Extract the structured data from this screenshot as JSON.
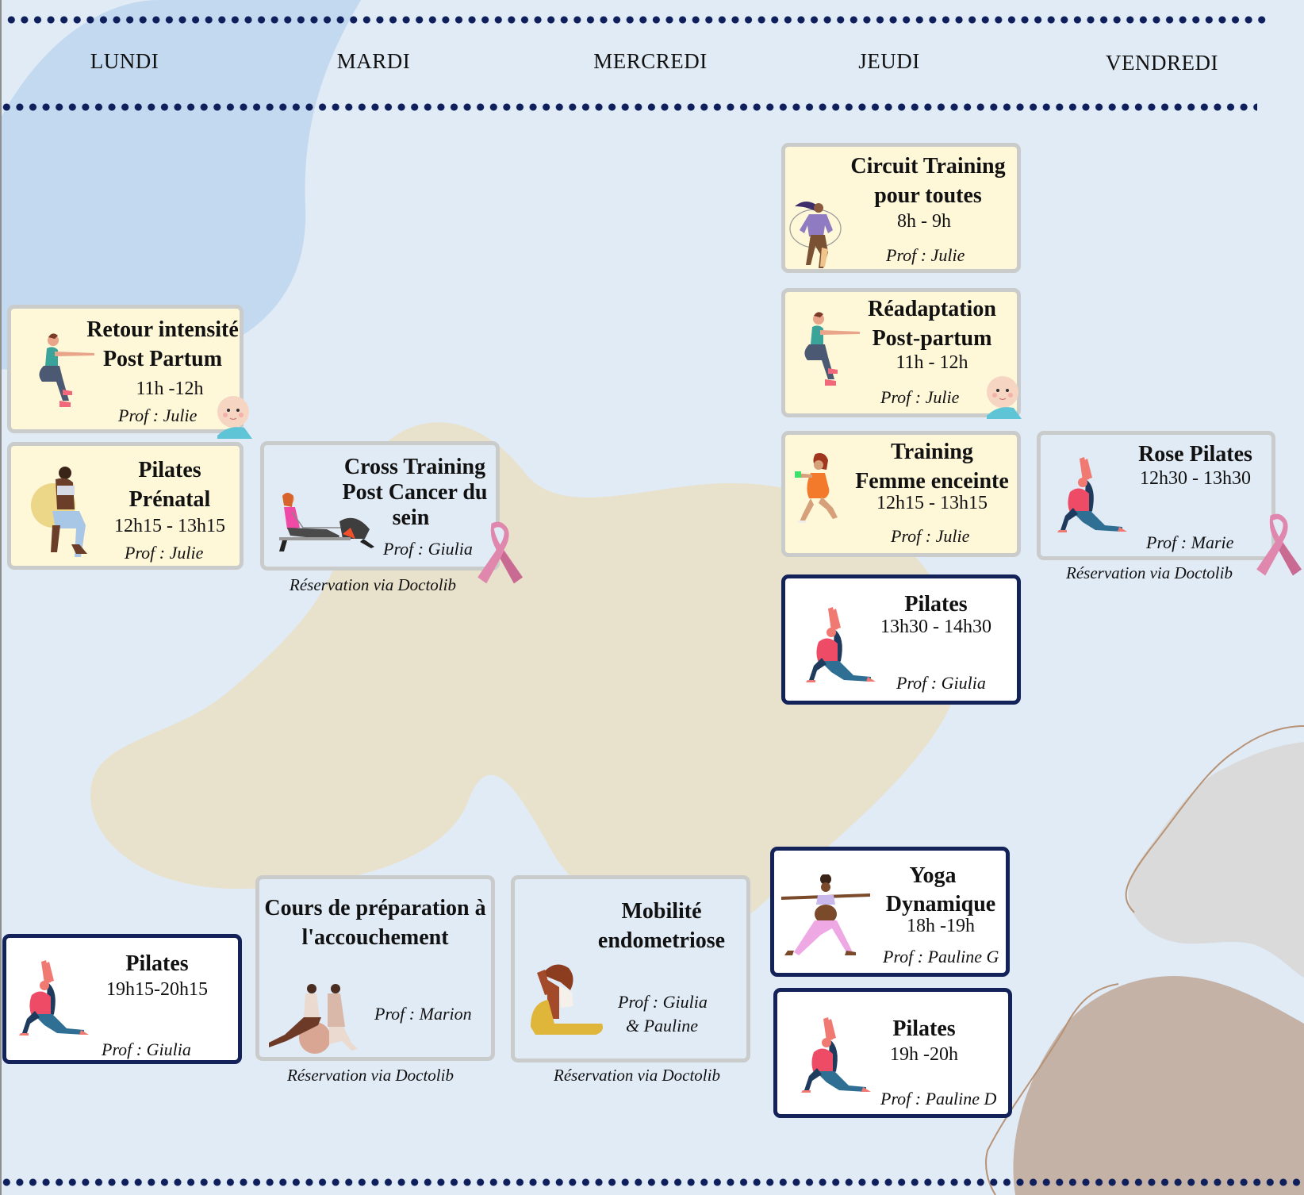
{
  "header": {
    "days": [
      "LUNDI",
      "MARDI",
      "MERCREDI",
      "JEUDI",
      "VENDREDI"
    ]
  },
  "colors": {
    "background": "#e1ebf6",
    "dots": "#0f1f5c",
    "card_cream": "#fef7d8",
    "card_gray_border": "#c9ccca",
    "card_navy_border": "#14225a",
    "blob_blue": "#c3d9ef",
    "blob_beige": "#e8e1cb",
    "blob_gray": "#dadada",
    "blob_taupe": "#c5b2a7",
    "ribbon_pink": "#e087ad"
  },
  "classes": {
    "lundi_retour": {
      "day": "LUNDI",
      "title_lines": [
        "Retour intensité",
        "Post Partum"
      ],
      "time": "11h -12h",
      "prof": "Prof : Julie",
      "icon": "squat-woman-icon",
      "badge": "baby-icon"
    },
    "lundi_prenatal": {
      "day": "LUNDI",
      "title_lines": [
        "Pilates",
        "Prénatal"
      ],
      "time": "12h15 - 13h15",
      "prof": "Prof : Julie",
      "icon": "pregnant-ball-woman-icon"
    },
    "mardi_cross": {
      "day": "MARDI",
      "title_lines": [
        "Cross Training",
        "Post Cancer du",
        "sein"
      ],
      "prof": "Prof : Giulia",
      "reservation": "Réservation via Doctolib",
      "icon": "rowing-machine-icon",
      "badge": "pink-ribbon-icon"
    },
    "jeudi_circuit": {
      "day": "JEUDI",
      "title_lines": [
        "Circuit Training",
        "pour toutes"
      ],
      "time": "8h - 9h",
      "prof": "Prof : Julie",
      "icon": "jump-rope-woman-icon"
    },
    "jeudi_readaptation": {
      "day": "JEUDI",
      "title_lines": [
        "Réadaptation",
        "Post-partum"
      ],
      "time": "11h - 12h",
      "prof": "Prof : Julie",
      "icon": "squat-woman-icon",
      "badge": "baby-icon"
    },
    "jeudi_training": {
      "day": "JEUDI",
      "title_lines": [
        "Training",
        "Femme enceinte"
      ],
      "time": "12h15 - 13h15",
      "prof": "Prof : Julie",
      "icon": "pregnant-lunge-woman-icon"
    },
    "jeudi_pilates": {
      "day": "JEUDI",
      "title_lines": [
        "Pilates"
      ],
      "time": "13h30 - 14h30",
      "prof": "Prof : Giulia",
      "icon": "yoga-lunge-woman-icon"
    },
    "vendredi_rose": {
      "day": "VENDREDI",
      "title_lines": [
        "Rose Pilates"
      ],
      "time": "12h30 - 13h30",
      "prof": "Prof : Marie",
      "reservation": "Réservation via Doctolib",
      "icon": "yoga-lunge-woman-icon",
      "badge": "pink-ribbon-icon"
    },
    "lundi_pilates_soir": {
      "day": "LUNDI",
      "title_lines": [
        "Pilates"
      ],
      "time": "19h15-20h15",
      "prof": "Prof : Giulia",
      "icon": "yoga-lunge-woman-icon"
    },
    "mardi_preparation": {
      "day": "MARDI",
      "title_lines": [
        "Cours de préparation à",
        "l'accouchement"
      ],
      "prof": "Prof : Marion",
      "reservation": "Réservation via Doctolib",
      "icon": "midwife-ball-icon"
    },
    "mercredi_mobilite": {
      "day": "MERCREDI",
      "title_lines": [
        "Mobilité",
        "endometriose"
      ],
      "prof_lines": [
        "Prof : Giulia",
        "& Pauline"
      ],
      "reservation": "Réservation via Doctolib",
      "icon": "king-pigeon-pose-icon"
    },
    "jeudi_yoga": {
      "day": "JEUDI",
      "title_lines": [
        "Yoga",
        "Dynamique"
      ],
      "time": "18h -19h",
      "prof": "Prof : Pauline G",
      "icon": "warrior-pose-pregnant-icon"
    },
    "jeudi_pilates_soir": {
      "day": "JEUDI",
      "title_lines": [
        "Pilates"
      ],
      "time": "19h -20h",
      "prof": "Prof : Pauline  D",
      "icon": "yoga-lunge-woman-icon"
    }
  }
}
